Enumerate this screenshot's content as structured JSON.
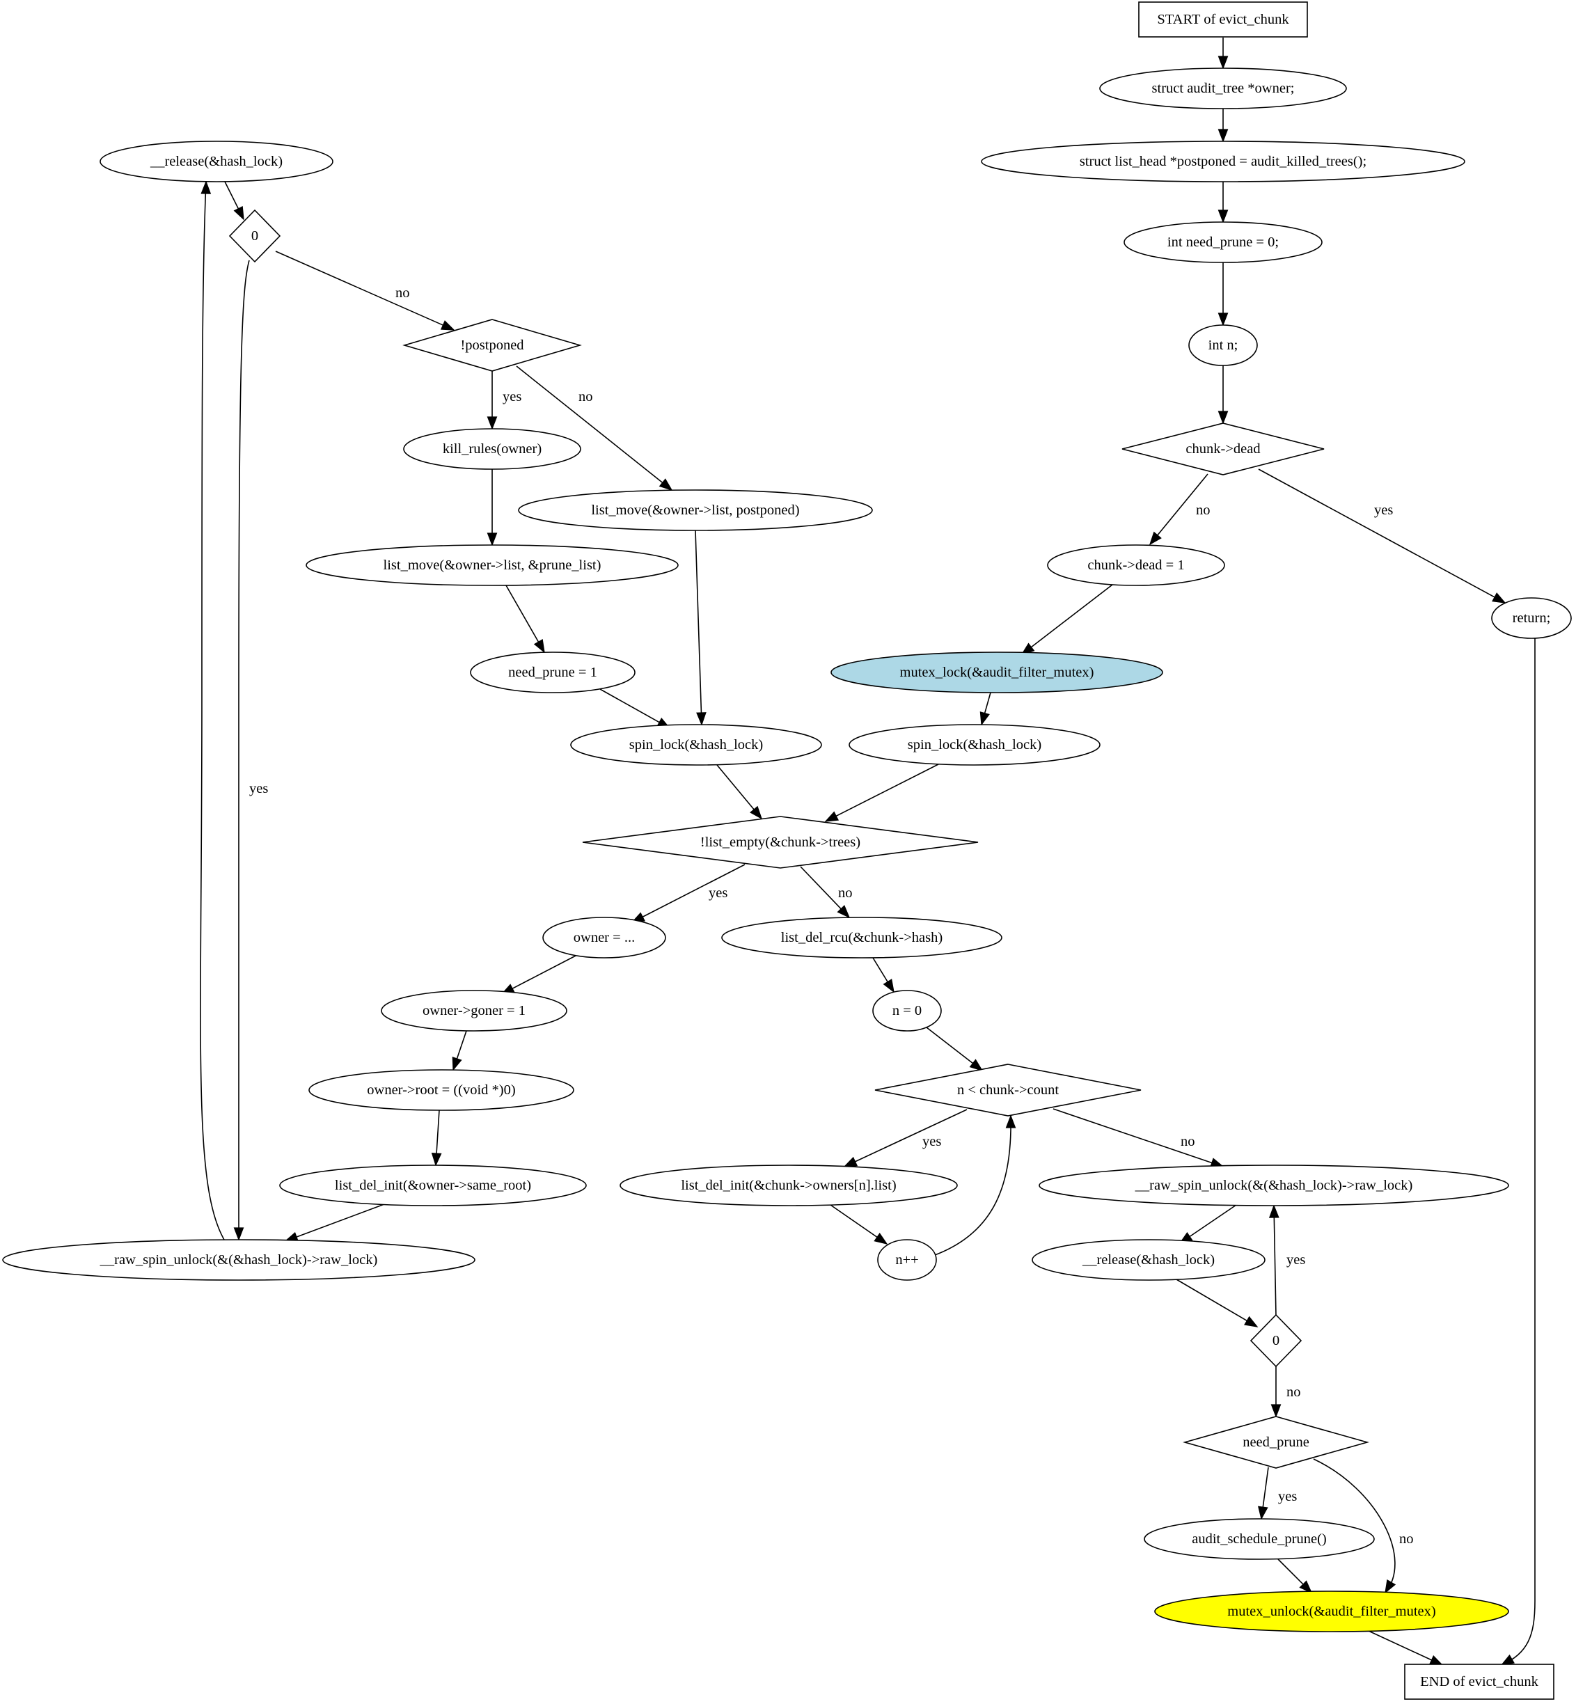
{
  "diagram": {
    "nodes": [
      {
        "id": "start",
        "shape": "box",
        "label": "START of evict_chunk"
      },
      {
        "id": "owner_decl",
        "shape": "ellipse",
        "label": "struct audit_tree *owner;"
      },
      {
        "id": "postponed_decl",
        "shape": "ellipse",
        "label": "struct list_head *postponed = audit_killed_trees();"
      },
      {
        "id": "need_prune_decl",
        "shape": "ellipse",
        "label": "int need_prune = 0;"
      },
      {
        "id": "n_decl",
        "shape": "ellipse",
        "label": "int n;"
      },
      {
        "id": "chunk_dead",
        "shape": "diamond",
        "label": "chunk->dead"
      },
      {
        "id": "return",
        "shape": "ellipse",
        "label": "return;"
      },
      {
        "id": "set_dead",
        "shape": "ellipse",
        "label": "chunk->dead = 1"
      },
      {
        "id": "mutex_lock",
        "shape": "ellipse",
        "label": "mutex_lock(&audit_filter_mutex)",
        "fill": "#add8e6"
      },
      {
        "id": "spin_lock_r",
        "shape": "ellipse",
        "label": "spin_lock(&hash_lock)"
      },
      {
        "id": "list_empty",
        "shape": "diamond",
        "label": "!list_empty(&chunk->trees)"
      },
      {
        "id": "owner_assign",
        "shape": "ellipse",
        "label": "owner = ..."
      },
      {
        "id": "goner",
        "shape": "ellipse",
        "label": "owner->goner = 1"
      },
      {
        "id": "root_null",
        "shape": "ellipse",
        "label": "owner->root = ((void *)0)"
      },
      {
        "id": "del_same_root",
        "shape": "ellipse",
        "label": "list_del_init(&owner->same_root)"
      },
      {
        "id": "raw_unlock_l",
        "shape": "ellipse",
        "label": "__raw_spin_unlock(&(&hash_lock)->raw_lock)"
      },
      {
        "id": "release_l",
        "shape": "ellipse",
        "label": "__release(&hash_lock)"
      },
      {
        "id": "zero_l",
        "shape": "diamond",
        "label": "0"
      },
      {
        "id": "not_postponed",
        "shape": "diamond",
        "label": "!postponed"
      },
      {
        "id": "kill_rules",
        "shape": "ellipse",
        "label": "kill_rules(owner)"
      },
      {
        "id": "move_postponed",
        "shape": "ellipse",
        "label": "list_move(&owner->list, postponed)"
      },
      {
        "id": "move_prune",
        "shape": "ellipse",
        "label": "list_move(&owner->list, &prune_list)"
      },
      {
        "id": "need_prune_set",
        "shape": "ellipse",
        "label": "need_prune = 1"
      },
      {
        "id": "spin_lock_m",
        "shape": "ellipse",
        "label": "spin_lock(&hash_lock)"
      },
      {
        "id": "del_rcu",
        "shape": "ellipse",
        "label": "list_del_rcu(&chunk->hash)"
      },
      {
        "id": "n_zero",
        "shape": "ellipse",
        "label": "n = 0"
      },
      {
        "id": "n_lt_count",
        "shape": "diamond",
        "label": "n < chunk->count"
      },
      {
        "id": "del_owners",
        "shape": "ellipse",
        "label": "list_del_init(&chunk->owners[n].list)"
      },
      {
        "id": "n_inc",
        "shape": "ellipse",
        "label": "n++"
      },
      {
        "id": "raw_unlock_r",
        "shape": "ellipse",
        "label": "__raw_spin_unlock(&(&hash_lock)->raw_lock)"
      },
      {
        "id": "release_r",
        "shape": "ellipse",
        "label": "__release(&hash_lock)"
      },
      {
        "id": "zero_r",
        "shape": "diamond",
        "label": "0"
      },
      {
        "id": "need_prune_cond",
        "shape": "diamond",
        "label": "need_prune"
      },
      {
        "id": "schedule_prune",
        "shape": "ellipse",
        "label": "audit_schedule_prune()"
      },
      {
        "id": "mutex_unlock",
        "shape": "ellipse",
        "label": "mutex_unlock(&audit_filter_mutex)",
        "fill": "#ffff00"
      },
      {
        "id": "end",
        "shape": "box",
        "label": "END of evict_chunk"
      }
    ],
    "edges": [
      {
        "from": "start",
        "to": "owner_decl",
        "label": ""
      },
      {
        "from": "owner_decl",
        "to": "postponed_decl",
        "label": ""
      },
      {
        "from": "postponed_decl",
        "to": "need_prune_decl",
        "label": ""
      },
      {
        "from": "need_prune_decl",
        "to": "n_decl",
        "label": ""
      },
      {
        "from": "n_decl",
        "to": "chunk_dead",
        "label": ""
      },
      {
        "from": "chunk_dead",
        "to": "set_dead",
        "label": "no"
      },
      {
        "from": "chunk_dead",
        "to": "return",
        "label": "yes"
      },
      {
        "from": "set_dead",
        "to": "mutex_lock",
        "label": ""
      },
      {
        "from": "mutex_lock",
        "to": "spin_lock_r",
        "label": ""
      },
      {
        "from": "spin_lock_r",
        "to": "list_empty",
        "label": ""
      },
      {
        "from": "list_empty",
        "to": "owner_assign",
        "label": "yes"
      },
      {
        "from": "list_empty",
        "to": "del_rcu",
        "label": "no"
      },
      {
        "from": "owner_assign",
        "to": "goner",
        "label": ""
      },
      {
        "from": "goner",
        "to": "root_null",
        "label": ""
      },
      {
        "from": "root_null",
        "to": "del_same_root",
        "label": ""
      },
      {
        "from": "del_same_root",
        "to": "raw_unlock_l",
        "label": ""
      },
      {
        "from": "raw_unlock_l",
        "to": "release_l",
        "label": ""
      },
      {
        "from": "release_l",
        "to": "zero_l",
        "label": ""
      },
      {
        "from": "zero_l",
        "to": "raw_unlock_l",
        "label": "yes"
      },
      {
        "from": "zero_l",
        "to": "not_postponed",
        "label": "no"
      },
      {
        "from": "not_postponed",
        "to": "kill_rules",
        "label": "yes"
      },
      {
        "from": "not_postponed",
        "to": "move_postponed",
        "label": "no"
      },
      {
        "from": "kill_rules",
        "to": "move_prune",
        "label": ""
      },
      {
        "from": "move_prune",
        "to": "need_prune_set",
        "label": ""
      },
      {
        "from": "need_prune_set",
        "to": "spin_lock_m",
        "label": ""
      },
      {
        "from": "move_postponed",
        "to": "spin_lock_m",
        "label": ""
      },
      {
        "from": "spin_lock_m",
        "to": "list_empty",
        "label": ""
      },
      {
        "from": "del_rcu",
        "to": "n_zero",
        "label": ""
      },
      {
        "from": "n_zero",
        "to": "n_lt_count",
        "label": ""
      },
      {
        "from": "n_lt_count",
        "to": "del_owners",
        "label": "yes"
      },
      {
        "from": "n_lt_count",
        "to": "raw_unlock_r",
        "label": "no"
      },
      {
        "from": "del_owners",
        "to": "n_inc",
        "label": ""
      },
      {
        "from": "n_inc",
        "to": "n_lt_count",
        "label": ""
      },
      {
        "from": "raw_unlock_r",
        "to": "release_r",
        "label": ""
      },
      {
        "from": "release_r",
        "to": "zero_r",
        "label": ""
      },
      {
        "from": "zero_r",
        "to": "raw_unlock_r",
        "label": "yes"
      },
      {
        "from": "zero_r",
        "to": "need_prune_cond",
        "label": "no"
      },
      {
        "from": "need_prune_cond",
        "to": "schedule_prune",
        "label": "yes"
      },
      {
        "from": "need_prune_cond",
        "to": "mutex_unlock",
        "label": "no"
      },
      {
        "from": "schedule_prune",
        "to": "mutex_unlock",
        "label": ""
      },
      {
        "from": "mutex_unlock",
        "to": "end",
        "label": ""
      },
      {
        "from": "return",
        "to": "end",
        "label": ""
      }
    ]
  }
}
